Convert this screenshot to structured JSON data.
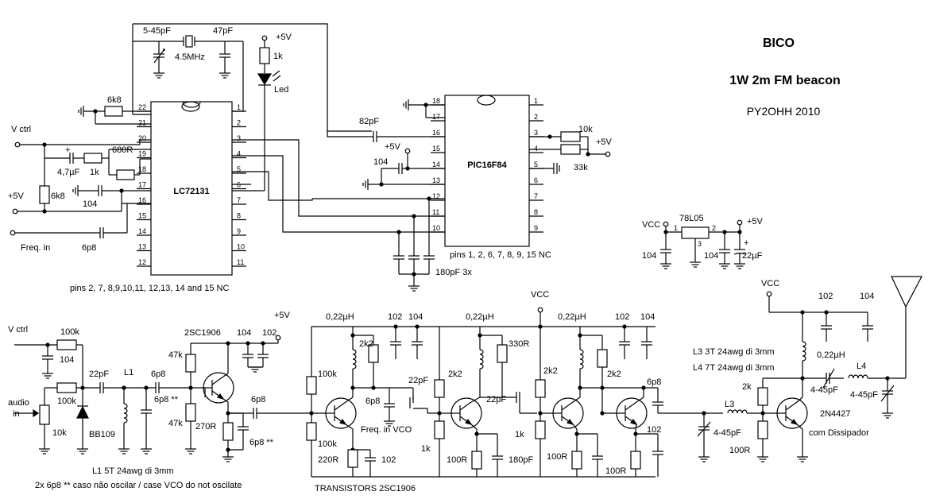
{
  "title": {
    "line1": "BICO",
    "line2": "1W 2m FM beacon",
    "author": "PY2OHH 2010"
  },
  "ics": {
    "lc72131": {
      "name": "LC72131",
      "left_pins": [
        "22",
        "21",
        "20",
        "19",
        "18",
        "17",
        "16",
        "15",
        "14",
        "13",
        "12"
      ],
      "right_pins": [
        "1",
        "2",
        "3",
        "4",
        "5",
        "6",
        "7",
        "8",
        "9",
        "10",
        "11"
      ],
      "nc_note": "pins 2, 7, 8,9,10,11, 12,13, 14 and 15 NC"
    },
    "pic": {
      "name": "PIC16F84",
      "left_pins": [
        "18",
        "17",
        "16",
        "15",
        "14",
        "13",
        "12",
        "11",
        "10"
      ],
      "right_pins": [
        "1",
        "2",
        "3",
        "4",
        "5",
        "6",
        "7",
        "8",
        "9"
      ],
      "nc_note": "pins 1, 2, 6, 7, 8, 9, 15 NC"
    },
    "regulator": {
      "name": "78L05",
      "pins": [
        "1",
        "3",
        "2"
      ]
    }
  },
  "labels": {
    "c_trim_top": "5-45pF",
    "c_top_47": "47pF",
    "crystal": "4.5MHz",
    "plus5v_led": "+5V",
    "r_led": "1k",
    "led": "Led",
    "r_6k8_top": "6k8",
    "vctrl_top": "V ctrl",
    "r_680": "680R",
    "plus_sign": "+",
    "c_4u7": "4,7µF",
    "r_1k_mid": "1k",
    "plus5v_left": "+5V",
    "r_6k8_left": "6k8",
    "c_104_left": "104",
    "freq_in": "Freq. in",
    "c_6p8_left": "6p8",
    "c_82p": "82pF",
    "plus5v_pic": "+5V",
    "c_104_pic": "104",
    "r_10k": "10k",
    "r_33k": "33k",
    "plus5v_right": "+5V",
    "c_180p": "180pF 3x",
    "vcc_reg": "VCC",
    "plus5v_reg": "+5V",
    "c_104_reg_a": "104",
    "c_104_reg_b": "104",
    "c_22u": "22µF",
    "plus_reg": "+",
    "vctrl_bottom": "V ctrl",
    "r_100k_a": "100k",
    "c_104_b": "104",
    "r_100k_b": "100k",
    "audio_in": "audio\nin",
    "audio_line1": "audio",
    "audio_line2": "in",
    "r_10k_b": "10k",
    "diode": "BB109",
    "c_22p_a": "22pF",
    "l1": "L1",
    "c_6p8_a": "6p8",
    "c_6p8_b": "6p8 **",
    "q1": "2SC1906",
    "r_47k_a": "47k",
    "r_47k_b": "47k",
    "r_270": "270R",
    "c_6p8_c": "6p8",
    "c_6p8_d": "6p8 **",
    "c_104_q1": "104",
    "c_102_q1": "102",
    "plus5v_q1": "+5V",
    "l1_note": "L1 5T 24awg di 3mm",
    "osc_note": "2x 6p8 ** caso não oscilar / case VCO do not oscilate",
    "ind_a": "0,22µH",
    "r_2k2_a": "2k2",
    "c_102_a": "102",
    "c_104_a": "104",
    "r_100k_c": "100k",
    "c_6p8_e": "6p8",
    "freq_vco": "Freq. in VCO",
    "r_100k_d": "100k",
    "r_220": "220R",
    "c_102_b": "102",
    "c_22p_b": "22pF",
    "r_2k2_b": "2k2",
    "r_1k_b": "1k",
    "ind_b": "0,22µH",
    "r_330": "330R",
    "c_22p_c": "22pF",
    "r_1k_c": "1k",
    "r_100_a": "100R",
    "c_180p_b": "180pF",
    "vcc_mid": "VCC",
    "ind_c": "0,22µH",
    "r_2k2_c": "2k2",
    "r_2k2_d": "2k2",
    "c_102_c": "102",
    "c_104_c": "104",
    "r_100_b": "100R",
    "r_100_c": "100R",
    "c_6p8_f": "6p8",
    "c_102_d": "102",
    "transistors": "TRANSISTORS  2SC1906",
    "vcc_right": "VCC",
    "c_102_e": "102",
    "c_104_e": "104",
    "ind_d": "0,22µH",
    "l3_note": "L3 3T 24awg di 3mm",
    "l4_note": "L4 7T 24awg di 3mm",
    "l3": "L3",
    "l4": "L4",
    "c_445_a": "4-45pF",
    "c_445_b": "4-45pF",
    "c_445_c": "4-45pF",
    "r_2k": "2k",
    "r_100_d": "100R",
    "q_out": "2N4427",
    "heatsink": "com Dissipador"
  }
}
